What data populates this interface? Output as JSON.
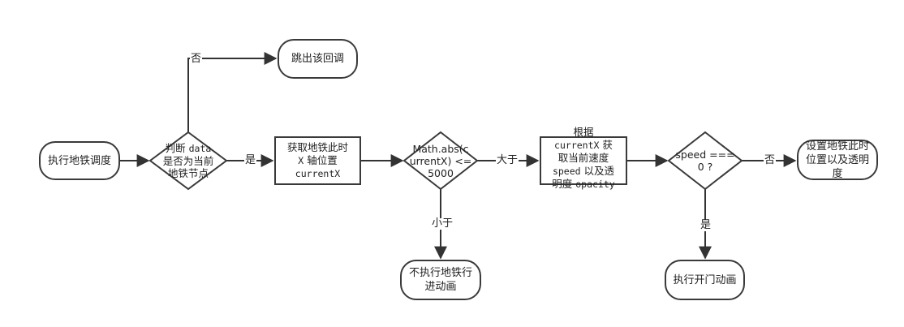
{
  "nodes": {
    "start": "执行地铁调度",
    "decision_node": {
      "line1_a": "判断 ",
      "line1_mono": "data",
      "line2": "是否为当前",
      "line3": "地铁节点"
    },
    "skip": "跳出该回调",
    "get_pos": {
      "line1": "获取地铁此时",
      "line2_mono": "X",
      "line2": " 轴位置",
      "line3_mono": "currentX"
    },
    "decision_abs": {
      "line1": "Math.abs(c",
      "line2": "urrentX) <=",
      "line3": "5000"
    },
    "no_enter": {
      "line1": "不执行地铁行",
      "line2": "进动画"
    },
    "get_speed": {
      "line0": "根据",
      "line1_mono": "currentX",
      "line1": " 获",
      "line2": "取当前速度",
      "line3_mono": "speed",
      "line3": " 以及透",
      "line4_a": "明度 ",
      "line4_mono": "opacity"
    },
    "decision_speed": {
      "line1": "speed ===",
      "line2": "0 ?"
    },
    "set_pos": {
      "line1": "设置地铁此时",
      "line2": "位置以及透明",
      "line3": "度"
    },
    "open_door": "执行开门动画"
  },
  "edges": {
    "no_skip": "否",
    "yes_node": "是",
    "greater": "大于",
    "less": "小于",
    "no_speed": "否",
    "yes_speed": "是"
  },
  "colors": {
    "stroke": "#3a3a3a",
    "background": "#ffffff",
    "text": "#222222"
  }
}
